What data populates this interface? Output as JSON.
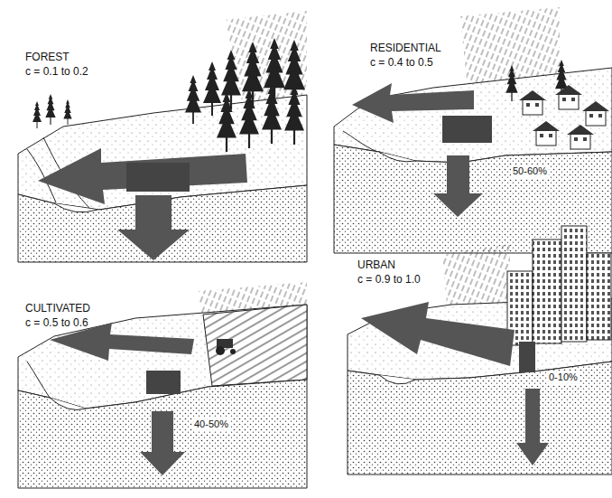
{
  "diagram": {
    "labels": [
      "FOREST",
      "c = 0.1 to 0.2",
      "RESIDENTIAL",
      "c = 0.4 to 0.5",
      "50-60%",
      "CULTIVATED",
      "c = 0.5 to 0.6",
      "40-50%",
      "URBAN",
      "c = 0.9 to 1.0",
      "0-10%"
    ]
  }
}
